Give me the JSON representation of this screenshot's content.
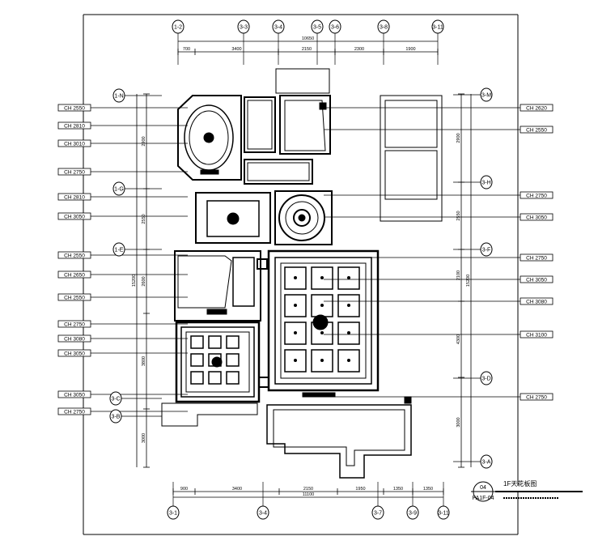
{
  "drawing": {
    "title": "1F天花板图",
    "sheet_number": "04",
    "sheet_ref": "PA1F-04"
  },
  "top_axes": [
    "1-2",
    "3-3",
    "3-4",
    "3-5",
    "3-6",
    "3-8",
    "3-11"
  ],
  "bottom_axes": [
    "3-1",
    "3-4",
    "3-7",
    "3-9",
    "3-11"
  ],
  "left_axes": [
    "1-N",
    "1-G",
    "1-E",
    "3-C",
    "3-B"
  ],
  "right_axes": [
    "3-M",
    "3-H",
    "3-F",
    "3-D",
    "3-A"
  ],
  "top_dims": {
    "total": "10650",
    "segments": [
      "700",
      "3400",
      "2150",
      "2300",
      "1900"
    ]
  },
  "bottom_dims": {
    "total": "11100",
    "segments": [
      "900",
      "3400",
      "2150",
      "1950",
      "1350",
      "1350"
    ]
  },
  "left_dims": {
    "total": "15200",
    "segments": [
      "2900",
      "2550",
      "2600",
      "3800",
      "3000"
    ]
  },
  "right_dims": {
    "total": "15200",
    "segments": [
      "2900",
      "2550",
      "2100",
      "4300",
      "3000"
    ]
  },
  "left_tags": [
    "CH 2550",
    "CH 2810",
    "CH 3010",
    "CH 2750",
    "CH 2810",
    "CH 3050",
    "CH 2550",
    "CH 2650",
    "CH 2550",
    "CH 2750",
    "CH 3080",
    "CH 3050",
    "CH 3050",
    "CH 2750"
  ],
  "right_tags": [
    "CH 2620",
    "CH 2550",
    "CH 2750",
    "CH 3050",
    "CH 2750",
    "CH 3050",
    "CH 3080",
    "CH 3100",
    "CH 2750"
  ]
}
